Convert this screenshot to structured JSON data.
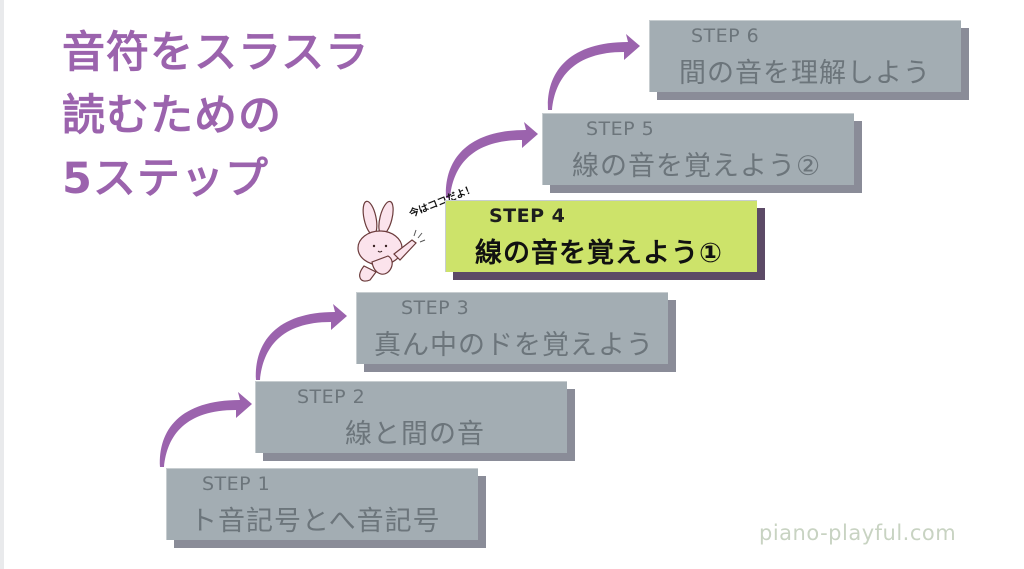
{
  "title": {
    "lines": [
      "音符をスラスラ",
      "読むための",
      "5ステップ"
    ],
    "color": "#9b63ad"
  },
  "steps": [
    {
      "number": "STEP 1",
      "label": "ト音記号とへ音記号",
      "active": false
    },
    {
      "number": "STEP 2",
      "label": "線と間の音",
      "active": false
    },
    {
      "number": "STEP 3",
      "label": "真ん中のドを覚えよう",
      "active": false
    },
    {
      "number": "STEP 4",
      "label": "線の音を覚えよう①",
      "active": true
    },
    {
      "number": "STEP 5",
      "label": "線の音を覚えよう②",
      "active": false
    },
    {
      "number": "STEP 6",
      "label": "間の音を理解しよう",
      "active": false
    }
  ],
  "current_marker": {
    "text": "今はココだよ！",
    "icon": "rabbit-pointing-icon"
  },
  "colors": {
    "inactive_box": "#a3adb3",
    "inactive_shadow": "#8a8c98",
    "active_box": "#cde36a",
    "active_shadow": "#5c4a66",
    "arrow": "#9b63ad"
  },
  "footer": {
    "site": "piano-playful.com"
  }
}
